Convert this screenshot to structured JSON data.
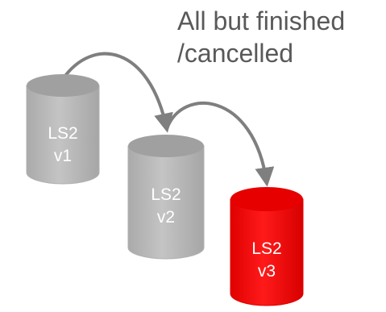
{
  "caption": {
    "line1": "All but finished",
    "line2": "/cancelled"
  },
  "databases": [
    {
      "name": "LS2",
      "version": "v1",
      "color": "#bfbfbf"
    },
    {
      "name": "LS2",
      "version": "v2",
      "color": "#bfbfbf"
    },
    {
      "name": "LS2",
      "version": "v3",
      "color": "#ff0000"
    }
  ],
  "colors": {
    "arrow": "#7f7f7f",
    "text": "#595959"
  }
}
